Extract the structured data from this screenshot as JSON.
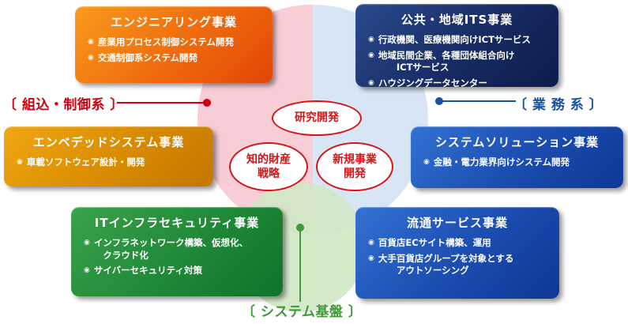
{
  "icons": {
    "bullet": "◉"
  },
  "group_labels": {
    "embedded_control": "〔 組込・制御系 〕",
    "business": "〔 業 務 系 〕",
    "system_platform": "〔 システム基盤 〕"
  },
  "center": {
    "rd": "研究開発",
    "ip": "知的財産\n戦略",
    "newbiz": "新規事業\n開発"
  },
  "cards": {
    "engineering": {
      "title": "エンジニアリング事業",
      "bullets": [
        "産業用プロセス制御システム開発",
        "交通制御系システム開発"
      ]
    },
    "public_its": {
      "title": "公共・地域ITS事業",
      "bullets": [
        "行政機関、医療機関向けICTサービス",
        "地域民間企業、各種団体組合向け\n　　ICTサービス",
        "ハウジングデータセンター"
      ]
    },
    "embedded": {
      "title": "エンベデッドシステム事業",
      "bullets": [
        "車載ソフトウェア設計・開発"
      ]
    },
    "system_solution": {
      "title": "システムソリューション事業",
      "bullets": [
        "金融・電力業界向けシステム開発"
      ]
    },
    "it_infra": {
      "title": "ITインフラセキュリティ事業",
      "bullets": [
        "インフラネットワーク構築、仮想化、\n　クラウド化",
        "サイバーセキュリティ対策"
      ]
    },
    "distribution": {
      "title": "流通サービス事業",
      "bullets": [
        "百貨店ECサイト構築、運用",
        "大手百貨店グループを対象とする\n　　アウトソーシング"
      ]
    }
  },
  "colors": {
    "embedded_control_accent": "#cf000e",
    "business_accent": "#17519f",
    "system_platform_accent": "#3f9b35",
    "circle_pink": "#f8cdd6",
    "circle_blue": "#d7e5f4",
    "circle_green": "#d1e7c7",
    "card_orange": "#ef6a0e",
    "card_amber": "#d88b00",
    "card_navy": "#16295f",
    "card_blue": "#1b4cb0",
    "card_green": "#1f8837",
    "oval_border": "#d61518"
  }
}
